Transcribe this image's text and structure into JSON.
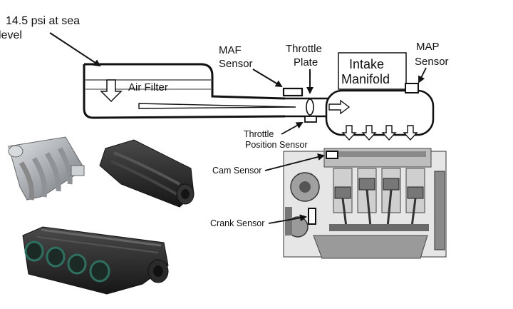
{
  "labels": {
    "pressure_line1": "14.5 psi at sea",
    "pressure_line2": "level",
    "maf_line1": "MAF",
    "maf_line2": "Sensor",
    "throttle_plate_line1": "Throttle",
    "throttle_plate_line2": "Plate",
    "intake_manifold_line1": "Intake",
    "intake_manifold_line2": "Manifold",
    "map_line1": "MAP",
    "map_line2": "Sensor",
    "air_filter": "Air Filter",
    "tps_line1": "Throttle",
    "tps_line2": "Position Sensor",
    "cam_sensor": "Cam Sensor",
    "crank_sensor": "Crank Sensor"
  },
  "colors": {
    "line": "#111111",
    "engine_gray": "#7a7a7a",
    "engine_light": "#c9c9c9",
    "manifold_dark": "#2b2b2b",
    "manifold_silver": "#b8bcc0"
  },
  "photos": [
    {
      "name": "aluminum-intake-manifold-photo"
    },
    {
      "name": "black-composite-intake-manifold-photo"
    },
    {
      "name": "black-runner-intake-manifold-photo"
    }
  ]
}
